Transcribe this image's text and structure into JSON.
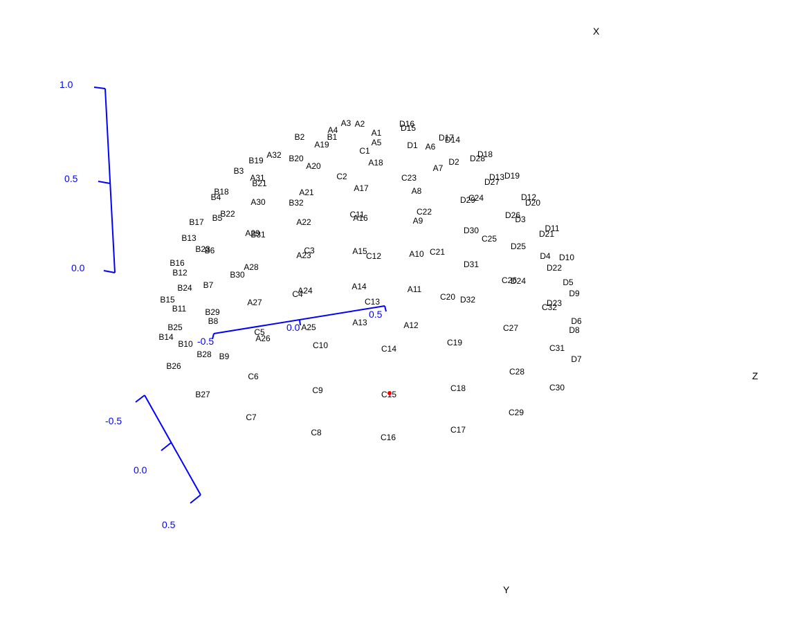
{
  "chart_data": {
    "type": "scatter",
    "title": "",
    "axis_letters": {
      "x": "X",
      "y": "Y",
      "z": "Z"
    },
    "axis_color": "#0000ff",
    "label_color": "#000000",
    "marker_color": "#ff0000",
    "marked_electrode": "C15",
    "scale_bars": [
      {
        "name": "vertical",
        "tick_labels": [
          "1.0",
          "0.5",
          "0.0"
        ]
      },
      {
        "name": "depth",
        "tick_labels": [
          "-0.5",
          "0.0",
          "0.5"
        ]
      },
      {
        "name": "horizontal",
        "tick_labels": [
          "-0.5",
          "0.0",
          "0.5"
        ]
      }
    ],
    "electrodes": [
      [
        "A1",
        544,
        192
      ],
      [
        "A2",
        520,
        179
      ],
      [
        "A3",
        500,
        178
      ],
      [
        "A4",
        481,
        188
      ],
      [
        "A5",
        544,
        206
      ],
      [
        "A6",
        622,
        212
      ],
      [
        "A7",
        633,
        243
      ],
      [
        "A8",
        602,
        276
      ],
      [
        "A9",
        604,
        319
      ],
      [
        "A10",
        602,
        367
      ],
      [
        "A11",
        599,
        418
      ],
      [
        "A12",
        594,
        470
      ],
      [
        "A13",
        520,
        466
      ],
      [
        "A14",
        519,
        414
      ],
      [
        "A15",
        520,
        363
      ],
      [
        "A16",
        521,
        315
      ],
      [
        "A17",
        522,
        272
      ],
      [
        "A18",
        543,
        235
      ],
      [
        "A19",
        465,
        209
      ],
      [
        "A20",
        453,
        240
      ],
      [
        "A21",
        443,
        278
      ],
      [
        "A22",
        439,
        321
      ],
      [
        "A23",
        439,
        369
      ],
      [
        "A24",
        441,
        420
      ],
      [
        "A25",
        446,
        473
      ],
      [
        "A26",
        380,
        489
      ],
      [
        "A27",
        368,
        437
      ],
      [
        "A28",
        363,
        386
      ],
      [
        "A29",
        365,
        337
      ],
      [
        "A30",
        373,
        292
      ],
      [
        "A31",
        372,
        257
      ],
      [
        "A32",
        396,
        224
      ],
      [
        "B1",
        480,
        198
      ],
      [
        "B2",
        433,
        198
      ],
      [
        "B3",
        345,
        247
      ],
      [
        "B4",
        312,
        285
      ],
      [
        "B5",
        314,
        315
      ],
      [
        "B6",
        303,
        362
      ],
      [
        "B7",
        301,
        412
      ],
      [
        "B8",
        308,
        464
      ],
      [
        "B9",
        324,
        515
      ],
      [
        "B10",
        268,
        497
      ],
      [
        "B11",
        259,
        446
      ],
      [
        "B12",
        260,
        394
      ],
      [
        "B13",
        273,
        344
      ],
      [
        "B14",
        240,
        487
      ],
      [
        "B15",
        242,
        433
      ],
      [
        "B16",
        256,
        380
      ],
      [
        "B17",
        284,
        321
      ],
      [
        "B18",
        320,
        277
      ],
      [
        "B19",
        370,
        232
      ],
      [
        "B20",
        428,
        229
      ],
      [
        "B21",
        375,
        265
      ],
      [
        "B22",
        329,
        309
      ],
      [
        "B23",
        293,
        360
      ],
      [
        "B24",
        267,
        416
      ],
      [
        "B25",
        253,
        473
      ],
      [
        "B26",
        251,
        529
      ],
      [
        "B27",
        293,
        570
      ],
      [
        "B28",
        295,
        512
      ],
      [
        "B29",
        307,
        451
      ],
      [
        "B30",
        343,
        397
      ],
      [
        "B31",
        373,
        339
      ],
      [
        "B32",
        428,
        293
      ],
      [
        "C1",
        527,
        218
      ],
      [
        "C2",
        494,
        255
      ],
      [
        "C3",
        447,
        362
      ],
      [
        "C4",
        430,
        425
      ],
      [
        "C5",
        375,
        480
      ],
      [
        "C6",
        366,
        544
      ],
      [
        "C7",
        363,
        603
      ],
      [
        "C8",
        457,
        625
      ],
      [
        "C9",
        459,
        564
      ],
      [
        "C10",
        463,
        499
      ],
      [
        "C11",
        516,
        310
      ],
      [
        "C12",
        540,
        370
      ],
      [
        "C13",
        538,
        436
      ],
      [
        "C14",
        562,
        504
      ],
      [
        "C15",
        562,
        570
      ],
      [
        "C16",
        561,
        632
      ],
      [
        "C17",
        662,
        621
      ],
      [
        "C18",
        662,
        561
      ],
      [
        "C19",
        657,
        495
      ],
      [
        "C20",
        647,
        429
      ],
      [
        "C21",
        632,
        364
      ],
      [
        "C22",
        613,
        306
      ],
      [
        "C23",
        591,
        257
      ],
      [
        "C24",
        688,
        286
      ],
      [
        "C25",
        707,
        345
      ],
      [
        "C26",
        736,
        405
      ],
      [
        "C27",
        738,
        474
      ],
      [
        "C28",
        747,
        537
      ],
      [
        "C29",
        746,
        596
      ],
      [
        "C30",
        805,
        560
      ],
      [
        "C31",
        805,
        503
      ],
      [
        "C32",
        794,
        444
      ],
      [
        "D1",
        596,
        210
      ],
      [
        "D2",
        656,
        234
      ],
      [
        "D3",
        752,
        317
      ],
      [
        "D4",
        788,
        370
      ],
      [
        "D5",
        821,
        408
      ],
      [
        "D6",
        833,
        464
      ],
      [
        "D7",
        833,
        519
      ],
      [
        "D8",
        830,
        477
      ],
      [
        "D9",
        830,
        424
      ],
      [
        "D10",
        819,
        372
      ],
      [
        "D11",
        798,
        330
      ],
      [
        "D12",
        764,
        285
      ],
      [
        "D13",
        718,
        256
      ],
      [
        "D14",
        654,
        202
      ],
      [
        "D15",
        590,
        185
      ],
      [
        "D16",
        588,
        179
      ],
      [
        "D17",
        645,
        199
      ],
      [
        "D18",
        701,
        223
      ],
      [
        "D19",
        740,
        254
      ],
      [
        "D20",
        770,
        293
      ],
      [
        "D21",
        790,
        338
      ],
      [
        "D22",
        801,
        387
      ],
      [
        "D23",
        801,
        438
      ],
      [
        "D24",
        749,
        406
      ],
      [
        "D25",
        749,
        356
      ],
      [
        "D26",
        741,
        311
      ],
      [
        "D27",
        711,
        263
      ],
      [
        "D28",
        690,
        229
      ],
      [
        "D29",
        676,
        289
      ],
      [
        "D30",
        681,
        333
      ],
      [
        "D31",
        681,
        382
      ],
      [
        "D32",
        676,
        433
      ]
    ]
  }
}
